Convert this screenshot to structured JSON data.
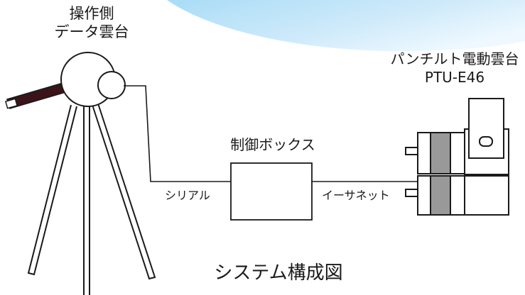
{
  "operator_head": {
    "line1": "操作側",
    "line2": "データ雲台"
  },
  "pan_tilt_unit": {
    "line1": "パンチルト電動雲台",
    "line2": "PTU-E46"
  },
  "control_box": {
    "label": "制御ボックス"
  },
  "connections": {
    "serial": "シリアル",
    "ethernet": "イーサネット"
  },
  "caption": "システム構成図",
  "colors": {
    "sky_blue": "#cfeafa",
    "handle": "#3a1418",
    "gray_band": "#999999",
    "line": "#1a1a1a"
  },
  "icons": [
    "pan-tilt-unit-icon",
    "tripod-icon",
    "control-box-icon"
  ]
}
